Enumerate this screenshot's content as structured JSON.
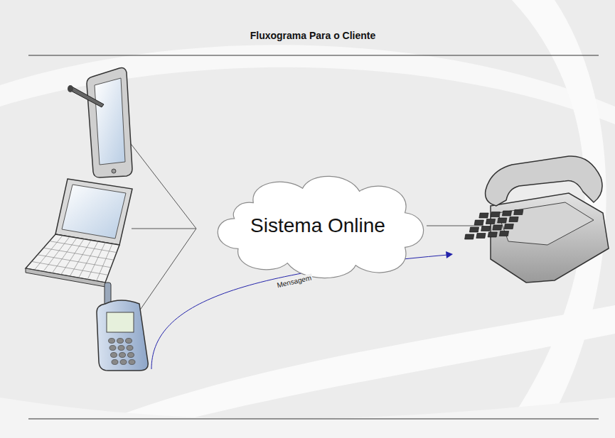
{
  "diagram": {
    "title": "Fluxograma Para o Cliente",
    "nodes": [
      {
        "text": [
          "Sistema Online"
        ]
      }
    ],
    "labels": [
      "Mensagem"
    ]
  }
}
